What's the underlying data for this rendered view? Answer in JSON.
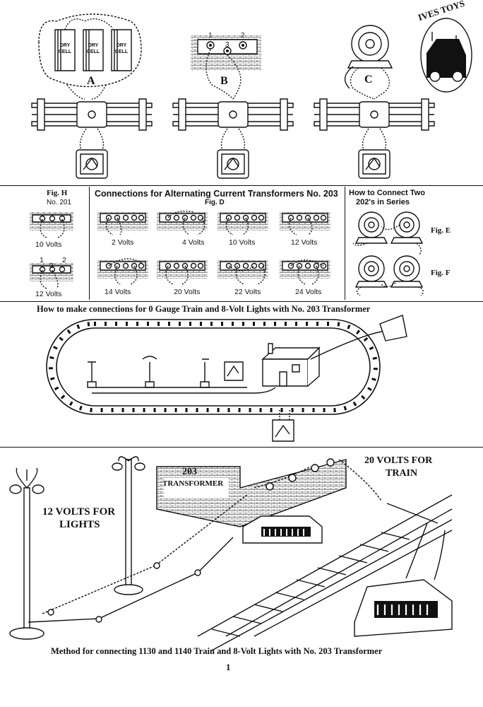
{
  "top": {
    "dry_cell_label": "DRY CELL",
    "dry_cell_words": [
      "DRY",
      "CELL"
    ],
    "fig_a": "A",
    "fig_b": "B",
    "fig_c": "C",
    "terminal_1": "1",
    "terminal_2": "2",
    "terminal_3": "3",
    "logo_text": "IVES TOYS"
  },
  "middle": {
    "fig_h_title": "Fig. H",
    "fig_h_sub": "No. 201",
    "fig_h_volts": [
      "10 Volts",
      "12 Volts"
    ],
    "fig_h_terms": [
      "1",
      "3",
      "2"
    ],
    "fig_d_heading": "Connections for Alternating Current Transformers No. 203",
    "fig_d_sub": "Fig. D",
    "fig_d_volts_row1": [
      "2 Volts",
      "4 Volts",
      "10 Volts",
      "12 Volts"
    ],
    "fig_d_volts_row2": [
      "14 Volts",
      "20 Volts",
      "22 Volts",
      "24 Volts"
    ],
    "series_heading_1": "How to Connect Two",
    "series_heading_2": "202's in Series",
    "fig_e": "Fig. E",
    "fig_f": "Fig. F"
  },
  "oval": {
    "heading": "How to make connections for 0 Gauge Train and 8-Volt Lights with No. 203 Transformer"
  },
  "bottom": {
    "transformer_label_1": "203",
    "transformer_label_2": "TRANSFORMER",
    "lights_label_1": "12 VOLTS FOR",
    "lights_label_2": "LIGHTS",
    "train_label_1": "20 VOLTS FOR",
    "train_label_2": "TRAIN",
    "caption": "Method for connecting 1130 and 1140 Train and 8-Volt Lights with No. 203 Transformer",
    "page_number": "1"
  }
}
